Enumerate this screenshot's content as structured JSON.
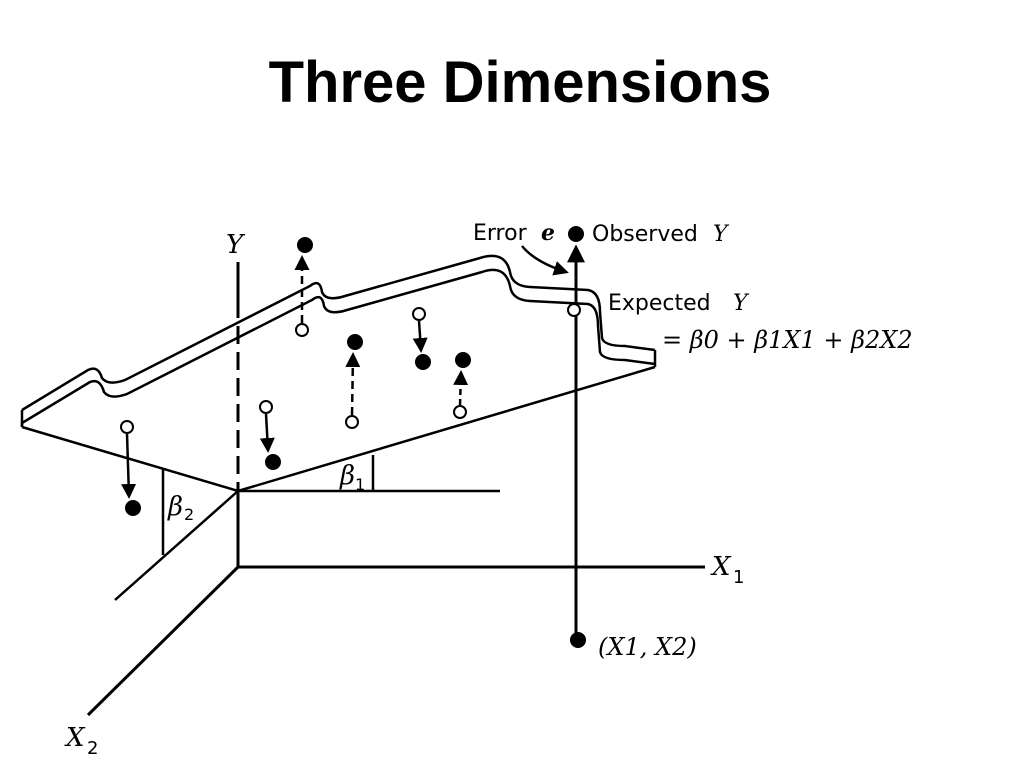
{
  "title": "Three Dimensions",
  "labels": {
    "y_axis": "Y",
    "x1_axis": "X",
    "x1_sub": "1",
    "x2_axis": "X",
    "x2_sub": "2",
    "beta1": "β",
    "beta1_sub": "1",
    "beta2": "β",
    "beta2_sub": "2",
    "error_text": "Error",
    "error_var": "e",
    "observed_text": "Observed",
    "observed_var": "Y",
    "expected_text": "Expected",
    "expected_var": "Y",
    "equation": "= β0 + β1X1 + β2X2",
    "point_label": "(X1, X2)"
  }
}
